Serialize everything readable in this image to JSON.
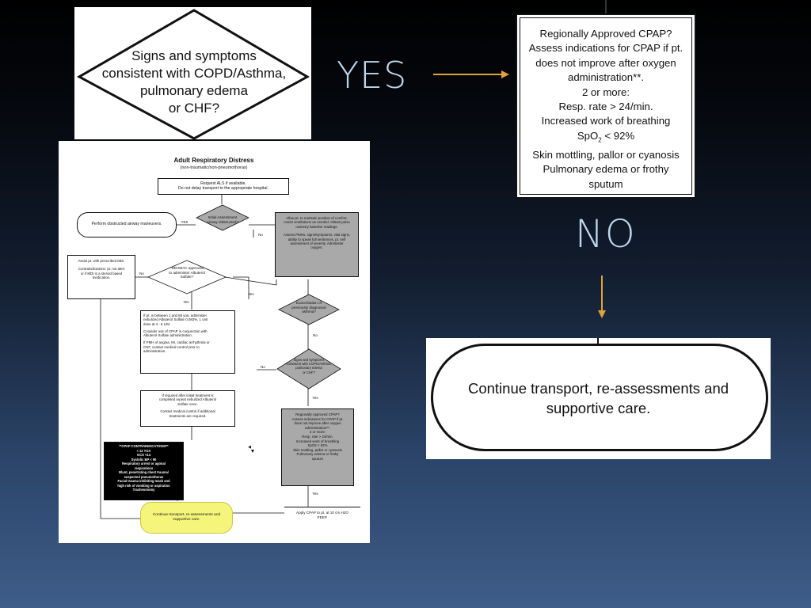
{
  "decision_top": {
    "lines": [
      "Signs and symptoms",
      "consistent with COPD/Asthma,",
      "pulmonary edema",
      "or CHF?"
    ]
  },
  "labels": {
    "yes": "YES",
    "no": "NO"
  },
  "cpap_box": {
    "lines": [
      "Regionally Approved CPAP?",
      "Assess indications for CPAP if pt.",
      "does not improve after oxygen",
      "administration**.",
      "2 or more:",
      "Resp. rate > 24/min.",
      "Increased work of breathing",
      "SpO",
      "Skin mottling, pallor or cyanosis",
      "Pulmonary edema or frothy",
      "sputum"
    ],
    "spo2_sub": "2",
    "spo2_rest": " < 92%"
  },
  "continue_box": {
    "lines": [
      "Continue transport, re-assessments and",
      "supportive care."
    ]
  },
  "flowchart": {
    "title": "Adult Respiratory Distress",
    "subtitle": "(non-traumatic/non-pneumothorax)",
    "request_als": [
      "Request ALS if available.",
      "Do not delay transport to the appropriate hospital."
    ],
    "obstructed_q": [
      "Initial Assessment",
      "Airway Obstructed?"
    ],
    "obstruction_box": "Perform obstructed airway maneuvers.",
    "yes": "YES",
    "no": "No",
    "yes2": "Yes",
    "allow_box": [
      "Allow pt. to maintain position of comfort.",
      "Assist ventilations as needed. Obtain pulse",
      "oximetry baseline readings.",
      "",
      "Assess PMHx, signs/symptoms, vital signs,",
      "ability to speak full sentences, pt. self",
      "assessment of severity. Administer",
      "oxygen."
    ],
    "assist_mdi": [
      "Assist pt. with prescribed MDI.",
      "",
      "Contraindications: pt. not alert",
      "or if MDI is a steroid based",
      "medication."
    ],
    "rehmac_q": [
      "*REHMAC approved",
      "to administer Albuterol",
      "Sulfate?"
    ],
    "albuterol_box": [
      "If pt. is between 1 and 65 yoa, administer",
      "nebulized Albuterol Sulfate 0.083%, 1 unit",
      "dose at 4 - 6 L/M.",
      "",
      "Consider use of CPAP in conjunction with",
      "Albuterol Sulfate administration.",
      "",
      "If PMH of angina, MI, cardiac arrhythmia or",
      "CHF, contact medical control prior to",
      "administration."
    ],
    "exacerbation_q": [
      "Exacerbation of",
      "previously diagnosed",
      "asthma?"
    ],
    "signs_q": [
      "Signs and symptoms",
      "consistent with COPD/Asthma,",
      "pulmonary edema",
      "or CHF?"
    ],
    "repeat_box": [
      "If required after initial treatment is",
      "completed repeat nebulized Albuterol",
      "Sulfate once.",
      "",
      "Contact medical control if additional",
      "treatments are required."
    ],
    "cpap_grey": [
      "Regionally Approved CPAP?",
      "Assess indications for CPAP if pt.",
      "does not improve after oxygen",
      "administration**.",
      "2 or more:",
      "Resp. rate > 24/min.",
      "Increased work of breathing",
      "SpO2 < 92%",
      "Skin mottling, pallor or cyanosis",
      "Pulmonary edema or frothy",
      "sputum"
    ],
    "contra_box": [
      "**CPAP CONTRAINDICATIONS**",
      "< 12 YOA",
      "GCS <14",
      "Systolic BP < 90",
      "Respiratory arrest or agonal",
      "respirations",
      "Blunt, penetrating chest trauma/",
      "suspected pneumothorax",
      "Facial trauma inhibiting mask and",
      "high risk of vomiting or aspiration",
      "Tracheostomy"
    ],
    "continue_oval": [
      "Continue transport, re-assessments and",
      "supportive care."
    ],
    "apply_cpap": [
      "Apply CPAP to pt. at 10 cm H2O",
      "PEEP."
    ]
  }
}
